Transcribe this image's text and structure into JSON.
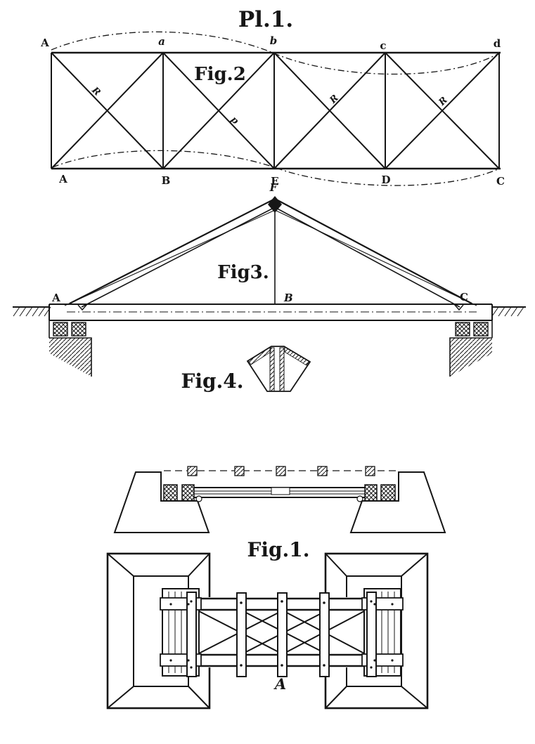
{
  "plate": {
    "title": "Pl.1."
  },
  "fig2": {
    "caption": "Fig.2",
    "top_node_labels": [
      "A",
      "a",
      "b",
      "c",
      "d"
    ],
    "bottom_node_labels": [
      "A",
      "B",
      "E",
      "D",
      "C"
    ],
    "member_labels": [
      "R",
      "p",
      "R",
      "R"
    ]
  },
  "fig3": {
    "caption": "Fig3.",
    "apex_label": "F",
    "support_left_label": "A",
    "center_label": "B",
    "support_right_label": "C"
  },
  "fig4": {
    "caption": "Fig.4."
  },
  "fig1": {
    "caption": "Fig.1.",
    "deck_label": "A"
  },
  "colors": {
    "ink": "#161616",
    "paper": "#ffffff"
  }
}
